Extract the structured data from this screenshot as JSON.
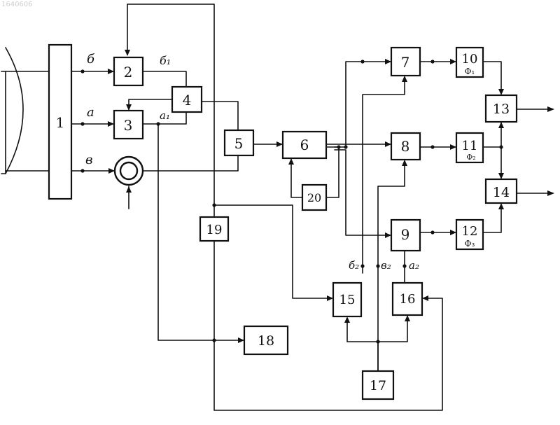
{
  "watermark": "1640606",
  "blocks": {
    "b1": "1",
    "b2": "2",
    "b3": "3",
    "b4": "4",
    "b5": "5",
    "b6": "6",
    "b7": "7",
    "b8": "8",
    "b9": "9",
    "b10": "10",
    "b11": "11",
    "b12": "12",
    "b13": "13",
    "b14": "14",
    "b15": "15",
    "b16": "16",
    "b17": "17",
    "b18": "18",
    "b19": "19",
    "b20": "20"
  },
  "subscripts": {
    "f1": "Φ₁",
    "f2": "Φ₂",
    "f3": "Φ₃"
  },
  "signals": {
    "b": "б",
    "a": "a",
    "v": "в",
    "b1": "б₁",
    "a1": "a₁",
    "b2": "б₂",
    "v2": "в₂",
    "a2": "a₂"
  }
}
